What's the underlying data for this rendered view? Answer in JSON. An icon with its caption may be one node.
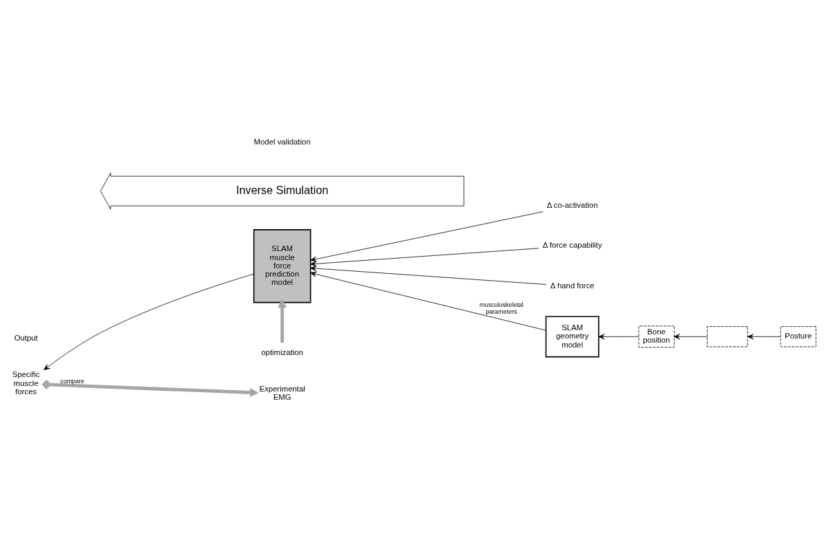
{
  "diagram": {
    "nodes": [
      {
        "text": [
          "Δ co-activation"
        ]
      },
      {
        "text": [
          "Δ force capability"
        ]
      },
      {
        "text": [
          "Δ hand force"
        ]
      },
      {
        "text": [
          "Posture"
        ]
      },
      {
        "text": [],
        "shape": "box"
      },
      {
        "text": [
          "Bone position"
        ]
      },
      {
        "text": [
          "SLAM muscle force prediction model"
        ]
      },
      {
        "text": [
          "SLAM geometry model"
        ]
      },
      {
        "text": [
          "Specific muscle forces"
        ]
      },
      {
        "text": [
          "Experimental EMG"
        ]
      },
      {
        "text": [
          "optimization"
        ]
      },
      {
        "text": [
          "Inverse Simulation"
        ]
      }
    ],
    "edges": [
      {
        "from": 0,
        "to": 6,
        "arrow": "to"
      },
      {
        "from": 1,
        "to": 6,
        "arrow": "to"
      },
      {
        "from": 2,
        "to": 6,
        "arrow": "to"
      },
      {
        "from": 3,
        "to": 4,
        "arrow": "to"
      },
      {
        "from": 4,
        "to": 5,
        "arrow": "to"
      },
      {
        "from": 5,
        "to": 7,
        "arrow": "to"
      },
      {
        "from": 7,
        "to": 6,
        "arrow": "to",
        "label": "musculoskeletal parameters"
      },
      {
        "from": 6,
        "to": 8,
        "arrow": "to"
      },
      {
        "from": 9,
        "to": 8,
        "arrow": "both",
        "label": "compare",
        "style": "thick",
        "color": "#a6a6a6"
      },
      {
        "from": 10,
        "to": 6,
        "arrow": "to",
        "style": "thick",
        "color": "#a6a6a6"
      }
    ],
    "labels": [
      "Model validation",
      "Output"
    ]
  }
}
